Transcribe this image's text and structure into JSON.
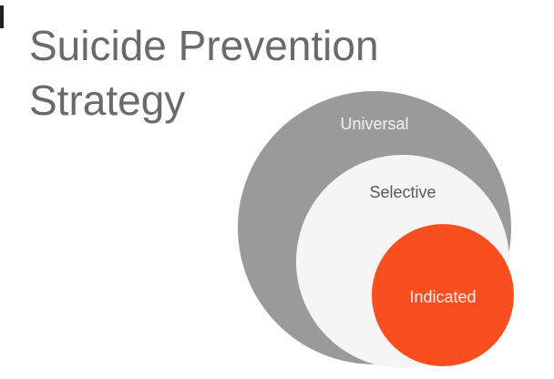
{
  "slide": {
    "title": "Suicide Prevention Strategy",
    "title_lines": [
      "Suicide Prevention",
      "Strategy"
    ],
    "title_color": "#6a6a6a",
    "background_color": "#ffffff",
    "diagram": {
      "type": "nested-circles",
      "description": "Three concentric-style nested circles tangent toward the lower right, from broadest to most targeted prevention level",
      "levels": [
        {
          "label": "Universal",
          "fill": "#9a9a9a",
          "label_color": "#f2f2f2"
        },
        {
          "label": "Selective",
          "fill": "#f5f5f5",
          "label_color": "#595959"
        },
        {
          "label": "Indicated",
          "fill": "#f94e1e",
          "label_color": "#f6efeb"
        }
      ]
    }
  }
}
